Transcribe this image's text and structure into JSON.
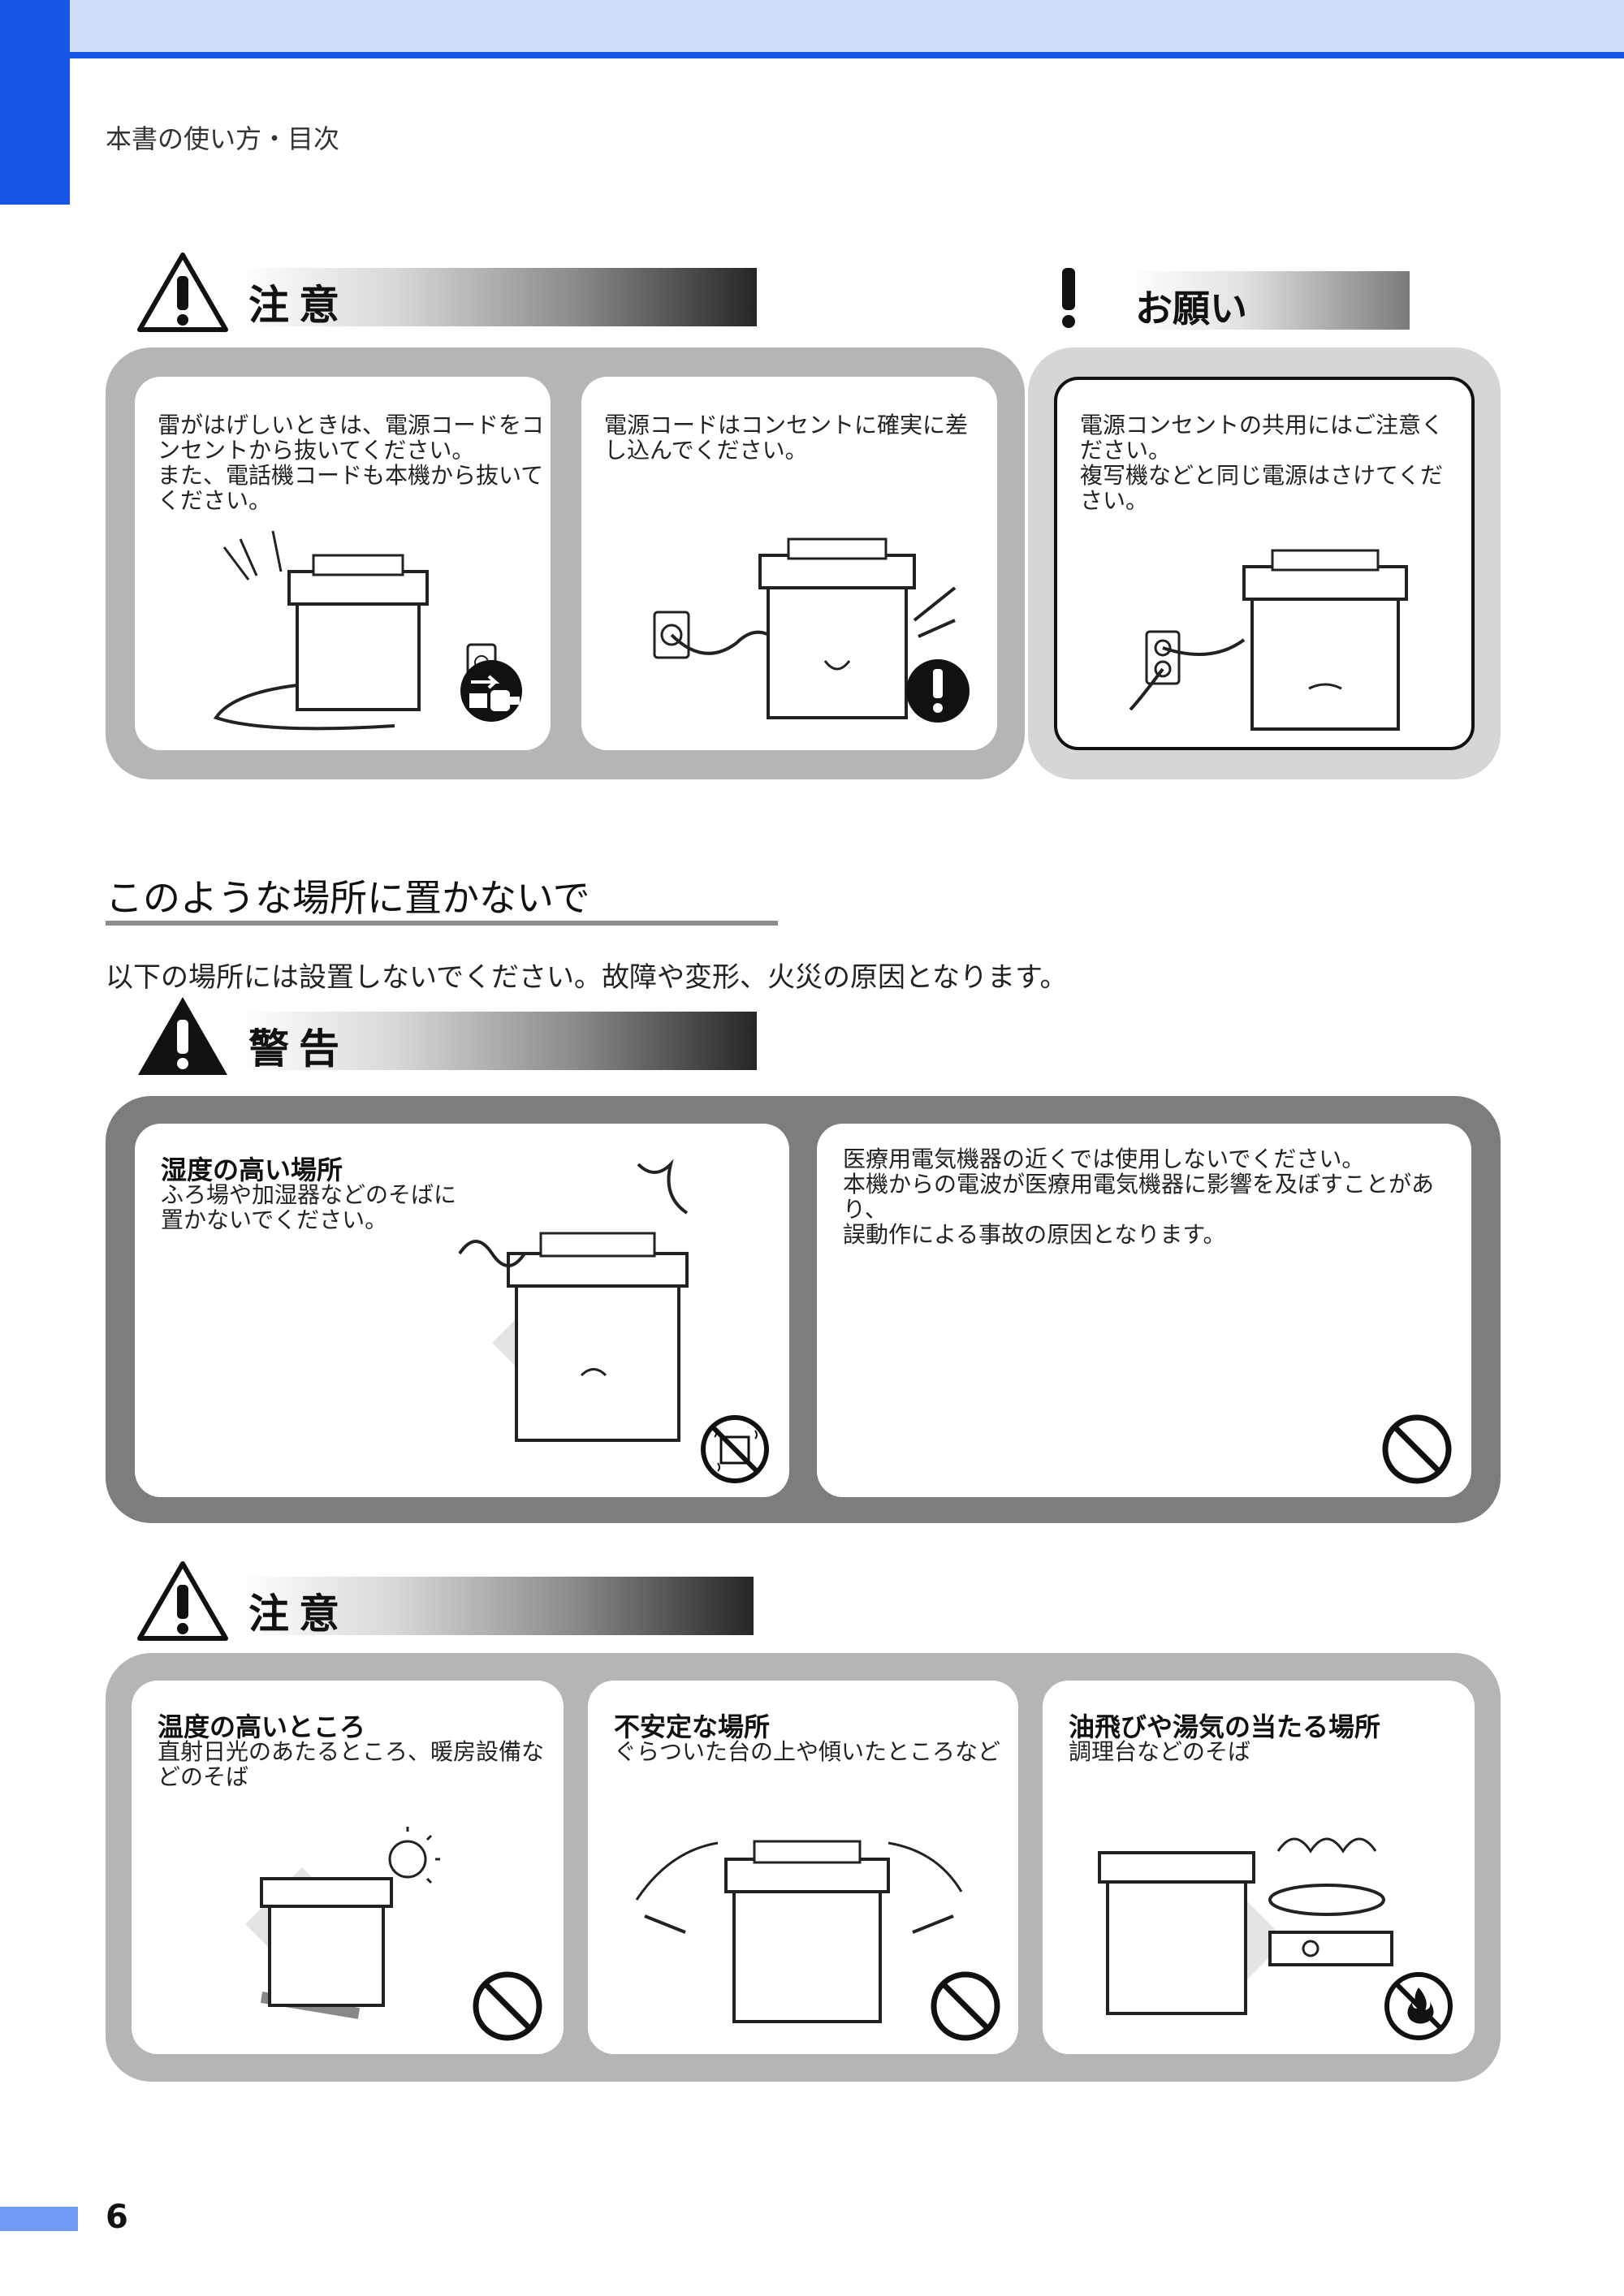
{
  "header": {
    "breadcrumb": "本書の使い方・目次"
  },
  "caution_top": {
    "label": "注意",
    "cards": [
      {
        "text": "雷がはげしいときは、電源コードをコ\nンセントから抜いてください。\nまた、電話機コードも本機から抜いて\nください。"
      },
      {
        "text": "電源コードはコンセントに確実に差\nし込んでください。"
      }
    ]
  },
  "request": {
    "label": "お願い",
    "text": "電源コンセントの共用にはご注意く\nださい。\n複写機などと同じ電源はさけてくだ\nさい。"
  },
  "section": {
    "title": "このような場所に置かないで",
    "intro": "以下の場所には設置しないでください。故障や変形、火災の原因となります。"
  },
  "warning": {
    "label": "警告",
    "cards": [
      {
        "title": "湿度の高い場所",
        "text": "ふろ場や加湿器などのそばに\n置かないでください。"
      },
      {
        "text": "医療用電気機器の近くでは使用しないでください。\n本機からの電波が医療用電気機器に影響を及ぼすことがあり、\n誤動作による事故の原因となります。"
      }
    ]
  },
  "caution_bottom": {
    "label": "注意",
    "cards": [
      {
        "title": "温度の高いところ",
        "text": "直射日光のあたるところ、暖房設備な\nどのそば"
      },
      {
        "title": "不安定な場所",
        "text": "ぐらついた台の上や傾いたところなど"
      },
      {
        "title": "油飛びや湯気の当たる場所",
        "text": "調理台などのそば"
      }
    ]
  },
  "footer": {
    "page_number": "6"
  },
  "icons": {
    "unplug": "unplug-icon",
    "mandatory": "exclamation-circle-icon",
    "prohibited": "prohibited-icon",
    "no_moisture": "no-moisture-icon",
    "no_fire": "no-fire-icon"
  },
  "colors": {
    "accent_blue": "#1a56e6",
    "header_band": "#cfdcfa",
    "frame_gray": "#b5b5b5",
    "frame_dark": "#7d7d7d"
  }
}
